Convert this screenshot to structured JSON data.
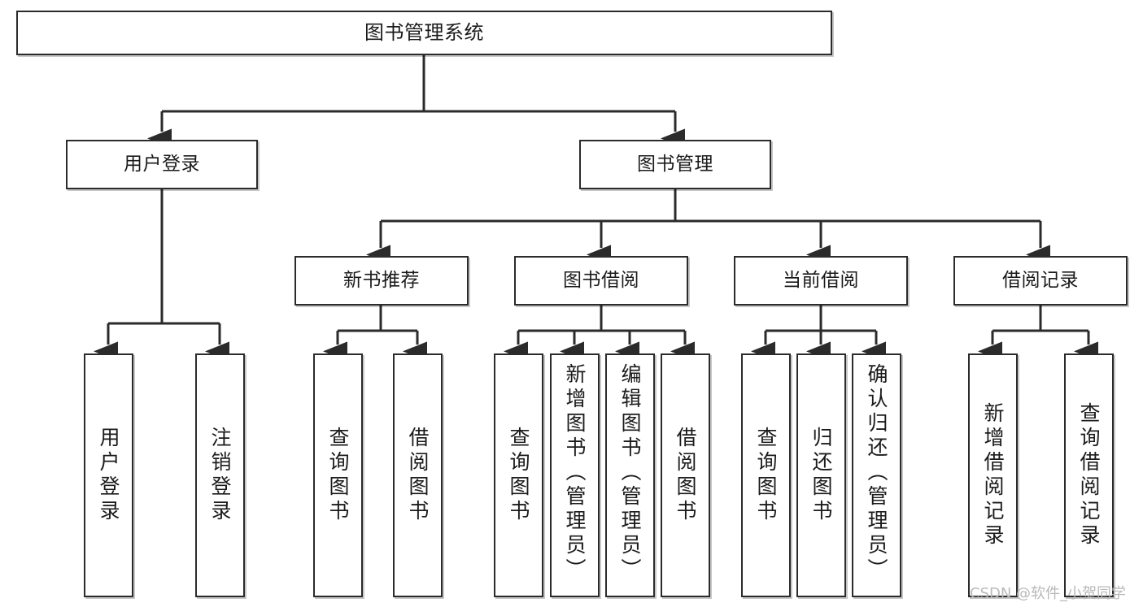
{
  "diagram": {
    "title": "图书管理系统",
    "type": "tree-hierarchy",
    "colors": {
      "background": "#ffffff",
      "node_border": "#2b2b2b",
      "node_fill": "#ffffff",
      "edge": "#2b2b2b",
      "watermark": "#b9b9b9"
    },
    "levels": {
      "root": {
        "label": "图书管理系统"
      },
      "level2": [
        {
          "label": "用户登录"
        },
        {
          "label": "图书管理"
        }
      ],
      "level3": [
        {
          "label": "新书推荐"
        },
        {
          "label": "图书借阅"
        },
        {
          "label": "当前借阅"
        },
        {
          "label": "借阅记录"
        }
      ],
      "leaves": [
        {
          "label": "用户登录",
          "parent": "用户登录",
          "align": "center"
        },
        {
          "label": "注销登录",
          "parent": "用户登录",
          "align": "center"
        },
        {
          "label": "查询图书",
          "parent": "新书推荐",
          "align": "center"
        },
        {
          "label": "借阅图书",
          "parent": "新书推荐",
          "align": "center"
        },
        {
          "label": "查询图书",
          "parent": "图书借阅",
          "align": "center"
        },
        {
          "label": "新增图书（管理员）",
          "parent": "图书借阅",
          "align": "top"
        },
        {
          "label": "编辑图书（管理员）",
          "parent": "图书借阅",
          "align": "top"
        },
        {
          "label": "借阅图书",
          "parent": "图书借阅",
          "align": "center"
        },
        {
          "label": "查询图书",
          "parent": "当前借阅",
          "align": "center"
        },
        {
          "label": "归还图书",
          "parent": "当前借阅",
          "align": "center"
        },
        {
          "label": "确认归还（管理员）",
          "parent": "当前借阅",
          "align": "top"
        },
        {
          "label": "新增借阅记录",
          "parent": "借阅记录",
          "align": "center"
        },
        {
          "label": "查询借阅记录",
          "parent": "借阅记录",
          "align": "center"
        }
      ]
    }
  },
  "watermark": {
    "text": "CSDN @软件_小贺同学"
  }
}
